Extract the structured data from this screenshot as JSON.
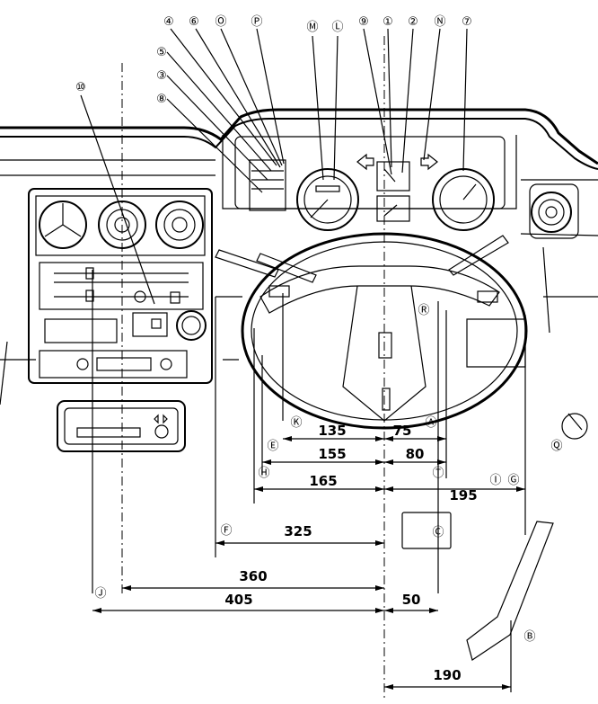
{
  "callouts": {
    "c1": "①",
    "c2": "②",
    "c3": "③",
    "c4": "④",
    "c5": "⑤",
    "c6": "⑥",
    "c7": "⑦",
    "c8": "⑧",
    "c9": "⑨",
    "c10": "⑩",
    "A": "Ⓐ",
    "B": "Ⓑ",
    "C": "Ⓒ",
    "E": "Ⓔ",
    "F": "Ⓕ",
    "G": "Ⓖ",
    "H": "Ⓗ",
    "I": "Ⓘ",
    "J": "Ⓙ",
    "K": "Ⓚ",
    "L": "Ⓛ",
    "M": "Ⓜ",
    "N": "Ⓝ",
    "O": "Ⓞ",
    "P": "Ⓟ",
    "Q": "Ⓠ",
    "R": "Ⓡ",
    "T": "Ⓣ"
  },
  "dimensions": {
    "d135": "135",
    "d75": "75",
    "d155": "155",
    "d80": "80",
    "d165": "165",
    "d195": "195",
    "d325": "325",
    "d360": "360",
    "d405": "405",
    "d50": "50",
    "d190": "190"
  }
}
